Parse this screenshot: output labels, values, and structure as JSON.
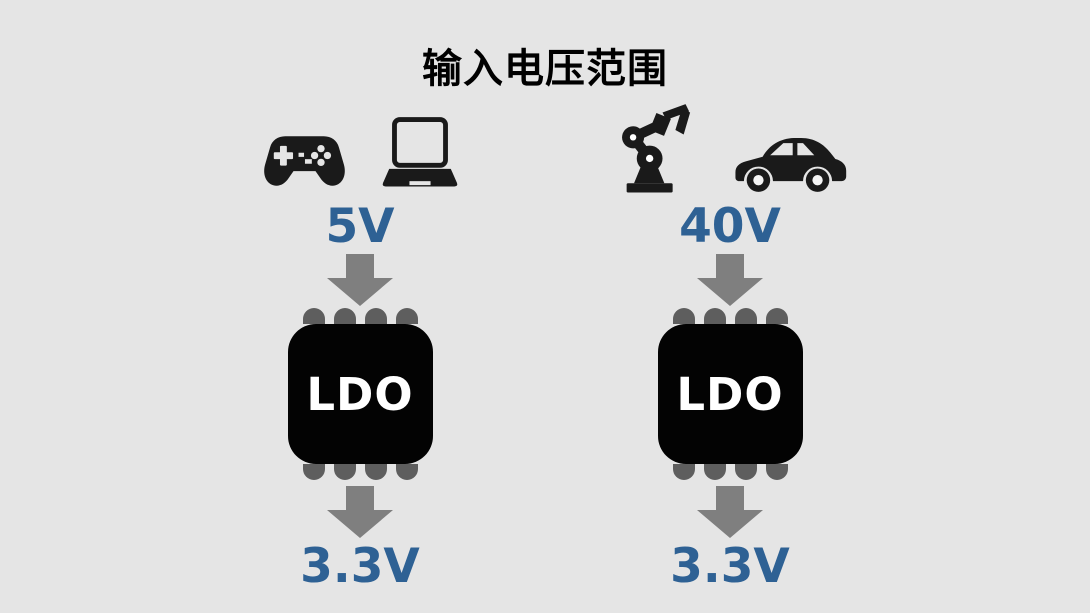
{
  "title": "输入电压范围",
  "colors": {
    "background": "#e5e5e5",
    "accent_blue": "#2e6194",
    "arrow_gray": "#7f7f7f",
    "chip_black": "#030303",
    "pin_gray": "#5e5e5e",
    "icon_black": "#1a1a1a"
  },
  "columns": [
    {
      "id": "low-voltage",
      "icons": [
        "gamepad-icon",
        "laptop-icon"
      ],
      "input_voltage": "5V",
      "chip_label": "LDO",
      "output_voltage": "3.3V"
    },
    {
      "id": "high-voltage",
      "icons": [
        "robot-arm-icon",
        "car-icon"
      ],
      "input_voltage": "40V",
      "chip_label": "LDO",
      "output_voltage": "3.3V"
    }
  ]
}
